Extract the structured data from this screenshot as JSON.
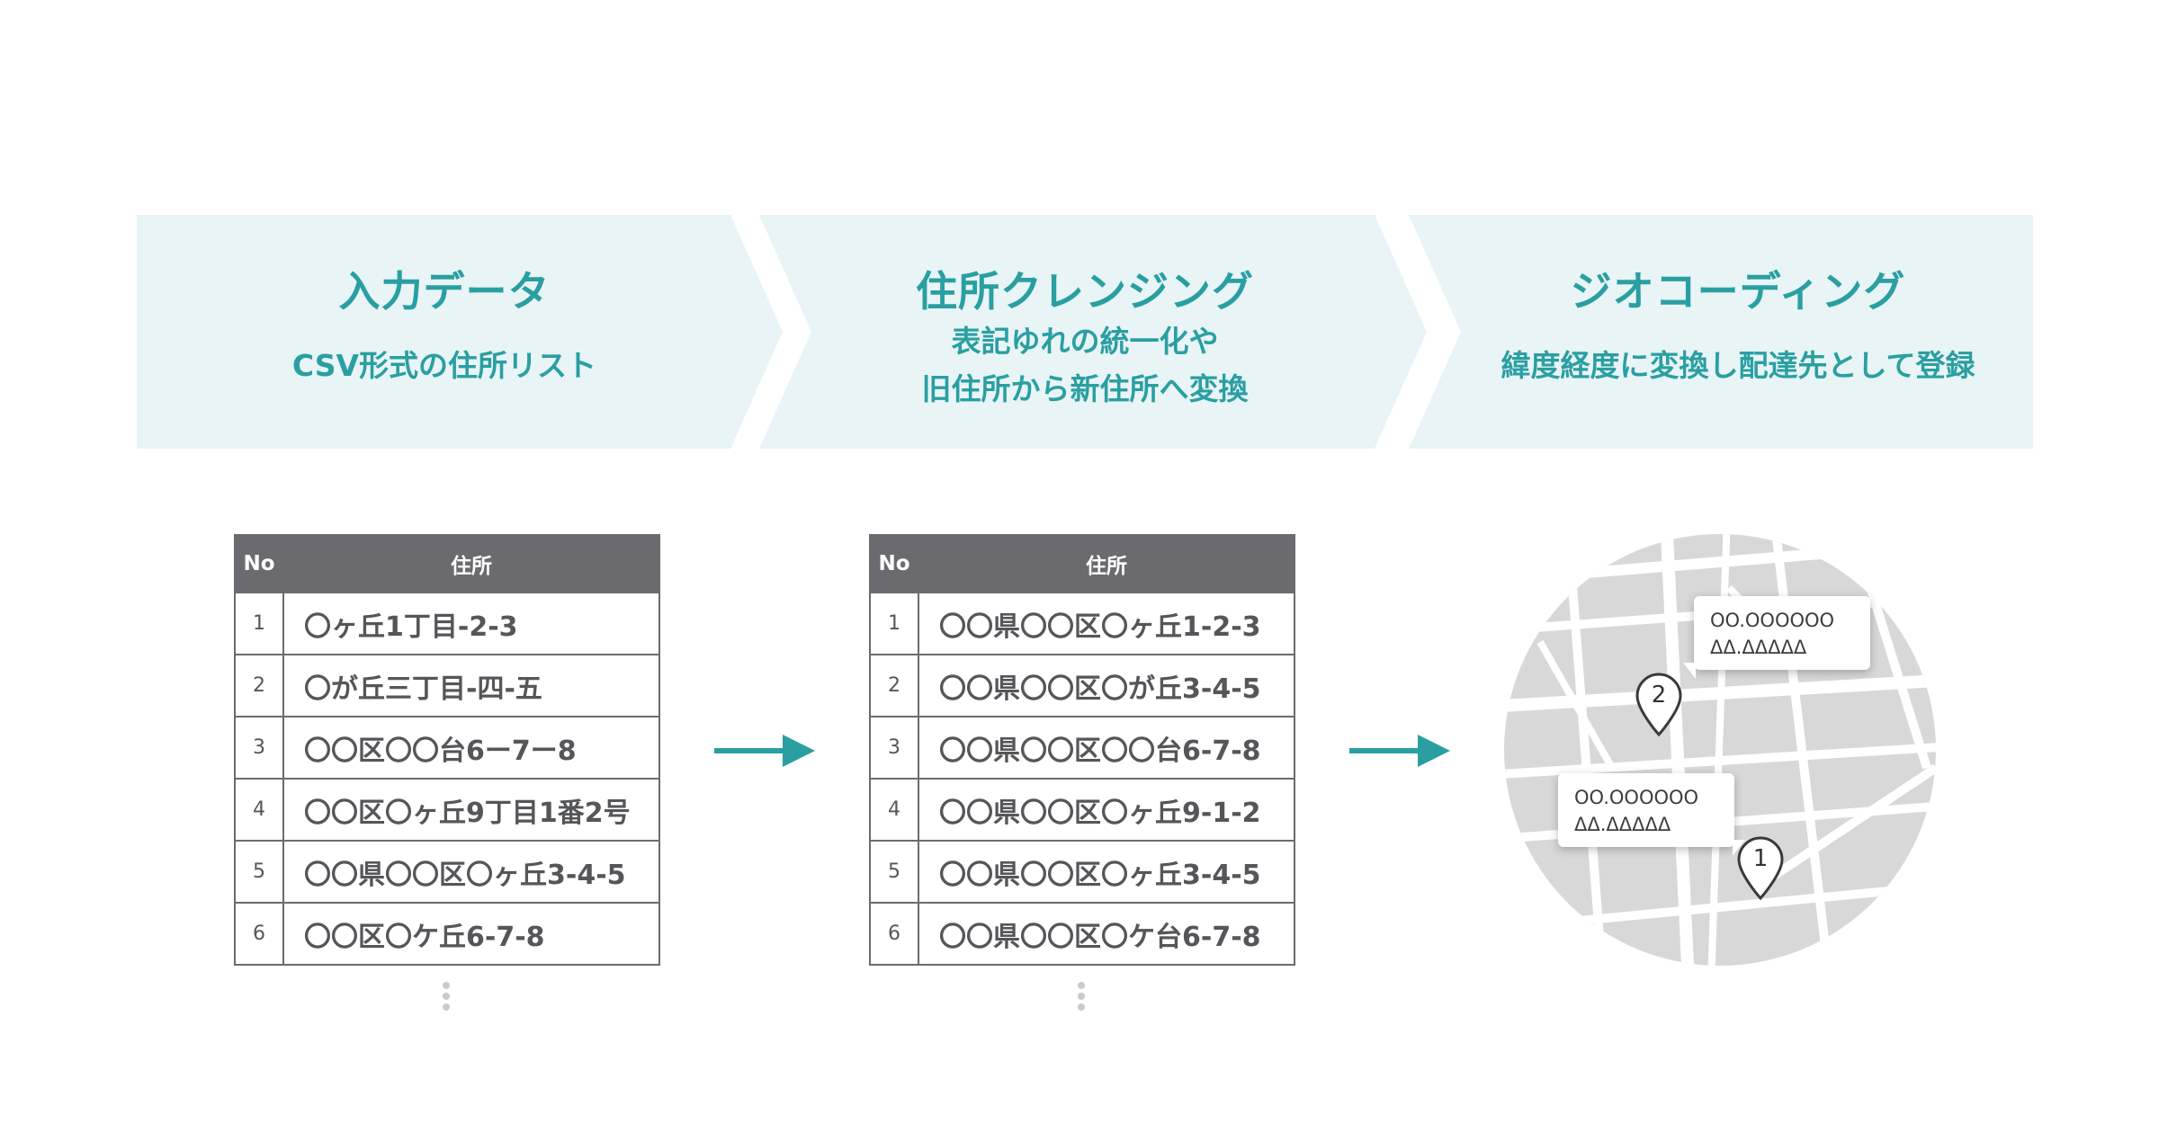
{
  "colors": {
    "accent": "#2a9fa2",
    "banner_bg": "#e8f4f6",
    "table_header": "#6b6b6f",
    "map_bg": "#d8d8d9",
    "map_road": "#ffffff"
  },
  "steps": [
    {
      "title": "入力データ",
      "desc_lines": [
        "CSV形式の住所リスト"
      ]
    },
    {
      "title": "住所クレンジング",
      "desc_lines": [
        "表記ゆれの統一化や",
        "旧住所から新住所へ変換"
      ]
    },
    {
      "title": "ジオコーディング",
      "desc_lines": [
        "緯度経度に変換し配達先として登録"
      ]
    }
  ],
  "tables": [
    {
      "headers": [
        "No",
        "住所"
      ],
      "rows": [
        {
          "no": "1",
          "addr": "〇ヶ丘1丁目-2-3"
        },
        {
          "no": "2",
          "addr": "〇が丘三丁目-四-五"
        },
        {
          "no": "3",
          "addr": "〇〇区〇〇台6ー7ー8"
        },
        {
          "no": "4",
          "addr": "〇〇区〇ヶ丘9丁目1番2号"
        },
        {
          "no": "5",
          "addr": "〇〇県〇〇区〇ヶ丘3-4-5"
        },
        {
          "no": "6",
          "addr": "〇〇区〇ケ丘6-7-8"
        }
      ]
    },
    {
      "headers": [
        "No",
        "住所"
      ],
      "rows": [
        {
          "no": "1",
          "addr": "〇〇県〇〇区〇ヶ丘1-2-3"
        },
        {
          "no": "2",
          "addr": "〇〇県〇〇区〇が丘3-4-5"
        },
        {
          "no": "3",
          "addr": "〇〇県〇〇区〇〇台6-7-8"
        },
        {
          "no": "4",
          "addr": "〇〇県〇〇区〇ヶ丘9-1-2"
        },
        {
          "no": "5",
          "addr": "〇〇県〇〇区〇ヶ丘3-4-5"
        },
        {
          "no": "6",
          "addr": "〇〇県〇〇区〇ケ台6-7-8"
        }
      ]
    }
  ],
  "map": {
    "pins": [
      {
        "number": "2",
        "lat": "OO.OOOOOO",
        "lng": "ΔΔ.ΔΔΔΔΔ"
      },
      {
        "number": "1",
        "lat": "OO.OOOOOO",
        "lng": "ΔΔ.ΔΔΔΔΔ"
      }
    ]
  },
  "icons": {
    "flow_arrow": "right-arrow-icon",
    "more": "vertical-ellipsis-icon",
    "pin": "map-pin-icon"
  }
}
